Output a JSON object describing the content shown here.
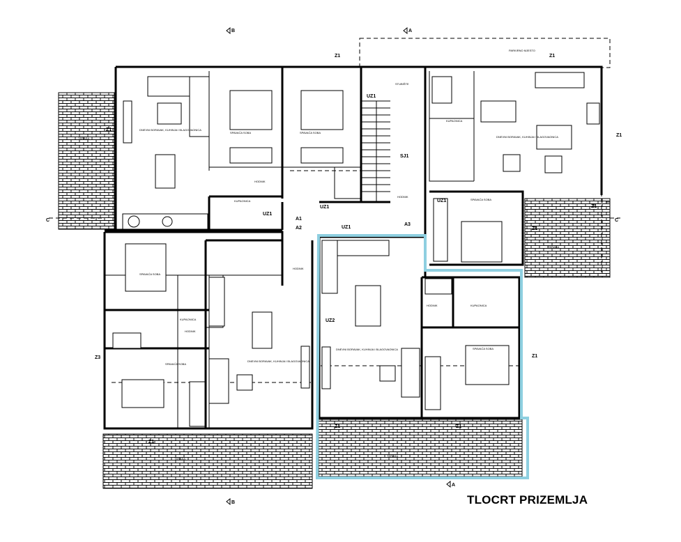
{
  "title": "TLOCRT PRIZEMLJA",
  "highlight_color": "#8ecfe0",
  "section_markers": {
    "b_top": "B",
    "a_top": "A",
    "a_bottom": "A",
    "b_bottom": "B",
    "c_left": "C",
    "c_right": "C"
  },
  "wall_tags": {
    "z1_a": "Z1",
    "z1_b": "Z1",
    "z1_c": "Z1",
    "z1_d": "Z1",
    "z1_e": "Z1",
    "z1_f": "Z1",
    "z1_g": "Z1",
    "z1_h": "Z1",
    "z1_i": "Z1",
    "z1_j": "Z1",
    "uz1_a": "UZ1",
    "uz1_b": "UZ1",
    "uz1_c": "UZ1",
    "uz1_d": "UZ1",
    "uz1_e": "UZ1",
    "uz2": "UZ2",
    "z3": "Z3",
    "sj1": "SJ1",
    "a1": "A1",
    "a2": "A2",
    "a3": "A3"
  },
  "room_labels": {
    "living_nw": "DNEVNI BORAVAK, KUHINJA I BLAGOVAONICA",
    "bed_n1": "SPAVAĆA SOBA",
    "bed_n2": "SPAVAĆA SOBA",
    "stairs": "STUBIŠTE",
    "hall_n": "HODNIK",
    "bath_n": "KUPAONICA",
    "living_ne": "DNEVNI BORAVAK, KUHINJA I BLAGOVAONICA",
    "hall_ne": "HODNIK",
    "bath_ne": "KUPAONICA",
    "bed_ne": "SPAVAĆA SOBA",
    "terrace_w": "TERASA",
    "terrace_e": "TERASA",
    "terrace_s": "TERASA",
    "terrace_sc": "TERASA",
    "bed_w": "SPAVAĆA SOBA",
    "bath_w": "KUPAONICA",
    "hall_w": "HODNIK",
    "bed_sw": "SPAVAĆA SOBA",
    "living_sw": "DNEVNI BORAVAK, KUHINJA I BLAGOVAONICA",
    "hall_c": "HODNIK",
    "living_hl": "DNEVNI BORAVAK, KUHINJA I BLAGOVAONICA",
    "hall_hl": "HODNIK",
    "bath_hl": "KUPAONICA",
    "bed_hl": "SPAVAĆA SOBA",
    "parking": "PARKIRNO MJESTO"
  }
}
